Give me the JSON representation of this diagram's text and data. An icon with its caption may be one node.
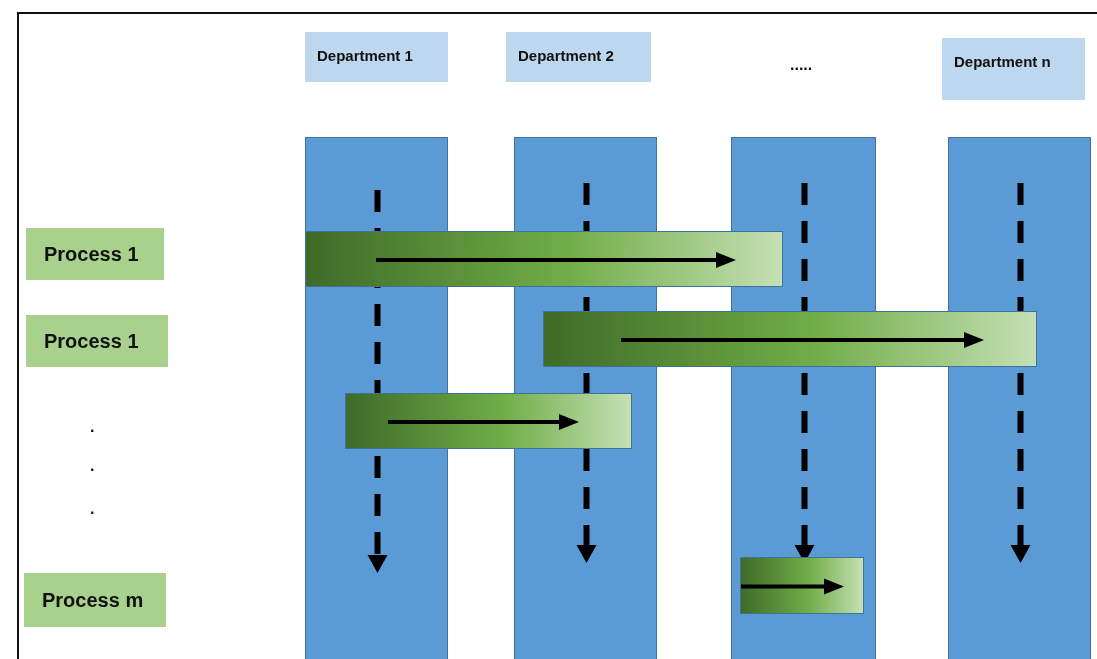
{
  "diagram": {
    "nodes": [
      {
        "text": [
          "Department 1"
        ]
      },
      {
        "text": [
          "Department 2"
        ]
      },
      {
        "text": [
          "Department n"
        ]
      },
      {
        "text": [
          "Process 1"
        ]
      },
      {
        "text": [
          "Process 1"
        ]
      },
      {
        "text": [
          "Process m"
        ]
      }
    ],
    "labels": [
      ".....",
      ".",
      ".",
      "."
    ]
  }
}
